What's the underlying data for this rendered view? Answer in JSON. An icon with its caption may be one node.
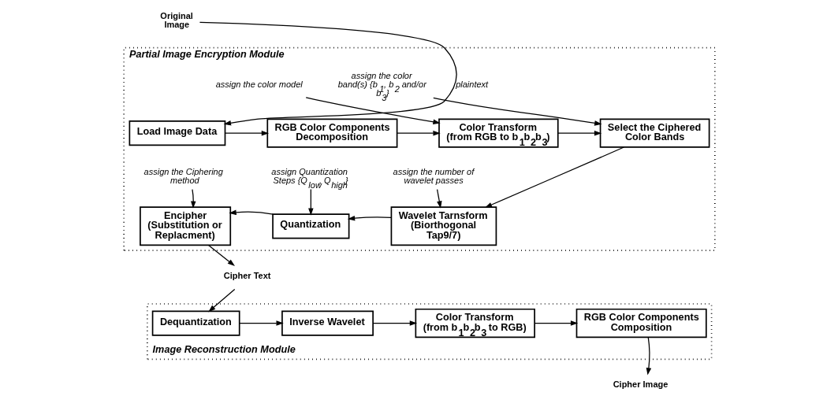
{
  "diagram": {
    "nodes": [
      {
        "text": [
          "Original Image"
        ]
      },
      {
        "text": [
          "Partial Image Encryption Module"
        ]
      },
      {
        "text": [
          "assign the color model"
        ],
        "in": 1
      },
      {
        "text": [
          "assign the color band(s) {b$_{1}$, b$_{2}$ and/or b$_{3}$}"
        ],
        "in": 1
      },
      {
        "text": [
          "Load Image Data"
        ],
        "in": 1
      },
      {
        "text": [
          "RGB Color Components Decomposition"
        ],
        "in": 1
      },
      {
        "text": [
          "Color Transform (from RGB to b$_{1}$b$_{2}$b$_{3}$)"
        ],
        "in": 1
      },
      {
        "text": [
          "Select the Ciphered Color Bands"
        ],
        "in": 1
      },
      {
        "text": [
          "assign the Ciphering method"
        ],
        "in": 1
      },
      {
        "text": [
          "assign Quantization Steps {Q$_{low}$, Q$_{high}$}"
        ],
        "in": 1
      },
      {
        "text": [
          "assign the number of wavelet passes"
        ],
        "in": 1
      },
      {
        "text": [
          "Cipher Text"
        ]
      },
      {
        "text": [
          "Encipher (Substitution or Replacment)"
        ],
        "in": 1
      },
      {
        "text": [
          "Quantization"
        ],
        "in": 1
      },
      {
        "text": [
          "Wavelet Tarnsform (Biorthogonal Tap9/7)"
        ],
        "in": 1
      },
      {
        "text": [
          "Image Reconstruction Module"
        ]
      },
      {
        "text": [
          "Dequantization"
        ],
        "in": 15
      },
      {
        "text": [
          "Inverse Wavelet"
        ],
        "in": 15
      },
      {
        "text": [
          "Color Transform (from b$_{1}$b$_{2}$b$_{3}$ to RGB)"
        ],
        "in": 15
      },
      {
        "text": [
          "RGB Color Components Composition"
        ],
        "in": 15
      },
      {
        "text": [
          "Cipher Image"
        ]
      }
    ],
    "edges": [
      {
        "from": 0,
        "to": 4,
        "arrow": "to",
        "label": "plaintext"
      },
      {
        "from": 4,
        "to": 5,
        "arrow": "to"
      },
      {
        "from": 5,
        "to": 6,
        "arrow": "to"
      },
      {
        "from": 2,
        "to": 6,
        "arrow": "to"
      },
      {
        "from": 6,
        "to": 7,
        "arrow": "to"
      },
      {
        "from": 3,
        "to": 7,
        "arrow": "to"
      },
      {
        "from": 7,
        "to": 14,
        "arrow": "to"
      },
      {
        "from": 10,
        "to": 14,
        "arrow": "to"
      },
      {
        "from": 14,
        "to": 13,
        "arrow": "to"
      },
      {
        "from": 9,
        "to": 13,
        "arrow": "to"
      },
      {
        "from": 13,
        "to": 12,
        "arrow": "to"
      },
      {
        "from": 8,
        "to": 12,
        "arrow": "to"
      },
      {
        "from": 12,
        "to": 11,
        "arrow": "to"
      },
      {
        "from": 11,
        "to": 16,
        "arrow": "to"
      },
      {
        "from": 16,
        "to": 17,
        "arrow": "to"
      },
      {
        "from": 17,
        "to": 18,
        "arrow": "to"
      },
      {
        "from": 18,
        "to": 19,
        "arrow": "to"
      },
      {
        "from": 19,
        "to": 20,
        "arrow": "to"
      }
    ]
  }
}
